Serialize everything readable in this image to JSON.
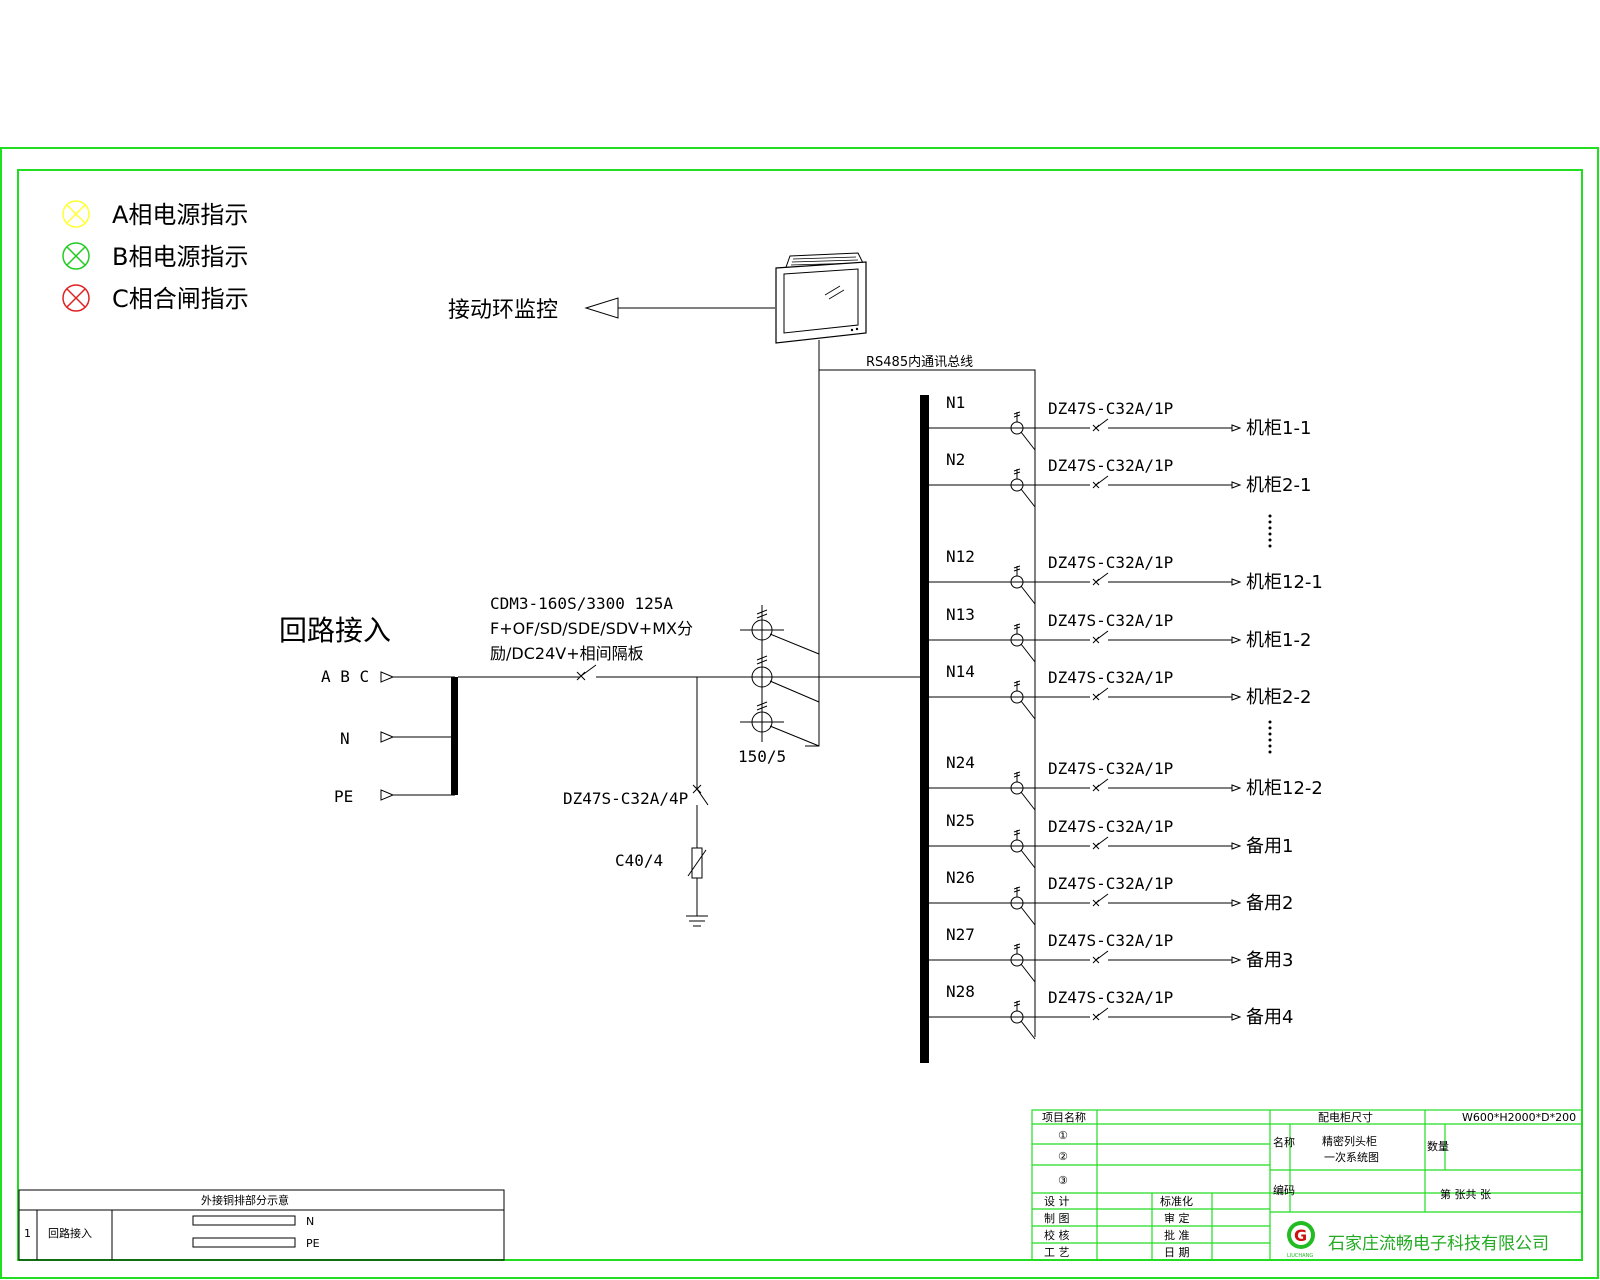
{
  "legend": [
    {
      "label": "A相电源指示",
      "color": "#ffff33"
    },
    {
      "label": "B相电源指示",
      "color": "#22cc22"
    },
    {
      "label": "C相合闸指示",
      "color": "#dd2222"
    }
  ],
  "monitor": {
    "label": "接动环监控",
    "bus_label": "RS485内通讯总线"
  },
  "input": {
    "title": "回路接入",
    "terminals": [
      "A B C",
      "N",
      "PE"
    ],
    "main_breaker": [
      "CDM3-160S/3300 125A",
      "F+OF/SD/SDE/SDV+MX分",
      "励/DC24V+相间隔板"
    ],
    "ct_label": "150/5",
    "spd_breaker": "DZ47S-C32A/4P",
    "spd": "C40/4"
  },
  "branches": [
    {
      "id": "N1",
      "breaker": "DZ47S-C32A/1P",
      "load": "机柜1-1"
    },
    {
      "id": "N2",
      "breaker": "DZ47S-C32A/1P",
      "load": "机柜2-1"
    },
    {
      "id": "N12",
      "breaker": "DZ47S-C32A/1P",
      "load": "机柜12-1"
    },
    {
      "id": "N13",
      "breaker": "DZ47S-C32A/1P",
      "load": "机柜1-2"
    },
    {
      "id": "N14",
      "breaker": "DZ47S-C32A/1P",
      "load": "机柜2-2"
    },
    {
      "id": "N24",
      "breaker": "DZ47S-C32A/1P",
      "load": "机柜12-2"
    },
    {
      "id": "N25",
      "breaker": "DZ47S-C32A/1P",
      "load": "备用1"
    },
    {
      "id": "N26",
      "breaker": "DZ47S-C32A/1P",
      "load": "备用2"
    },
    {
      "id": "N27",
      "breaker": "DZ47S-C32A/1P",
      "load": "备用3"
    },
    {
      "id": "N28",
      "breaker": "DZ47S-C32A/1P",
      "load": "备用4"
    }
  ],
  "copper_table": {
    "title": "外接铜排部分示意",
    "row_no": "1",
    "row_label": "回路接入",
    "bar_labels": [
      "N",
      "PE"
    ]
  },
  "title_block": {
    "project_label": "项目名称",
    "size_label": "配电柜尺寸",
    "size_value": "W600*H2000*D*200",
    "items": [
      "①",
      "②",
      "③"
    ],
    "name_label": "名称",
    "name_value_1": "精密列头柜",
    "name_value_2": "一次系统图",
    "qty_label": "数量",
    "code_label": "编码",
    "sheet_text": "第 张共 张",
    "roles_left": [
      "设 计",
      "制 图",
      "校 核",
      "工 艺"
    ],
    "roles_right": [
      "标准化",
      "审 定",
      "批 准",
      "日 期"
    ],
    "company": "石家庄流畅电子科技有限公司",
    "logo_letter": "G",
    "logo_text": "LIUCHANG"
  },
  "colors": {
    "frame": "#22dd22",
    "line": "#000000"
  }
}
